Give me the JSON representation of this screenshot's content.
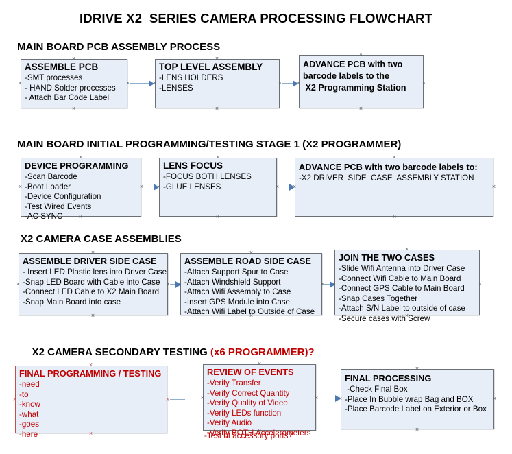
{
  "document": {
    "title": "IDRIVE X2  SERIES CAMERA PROCESSING FLOWCHART"
  },
  "colors": {
    "box_fill": "#e8eef7",
    "box_border": "#6b7076",
    "red_accent": "#c00000",
    "red_border": "#c0504d",
    "connector_line": "#8fb0cc",
    "connector_arrow": "#4a7ab5"
  },
  "sections": [
    {
      "id": "main-board-pcb-assembly",
      "heading": "MAIN BOARD PCB ASSEMBLY PROCESS",
      "heading_suffix": "",
      "boxes": [
        {
          "id": "assemble-pcb",
          "title": "ASSEMBLE PCB",
          "lines": [
            "-SMT processes",
            "- HAND Solder processes",
            "- Attach Bar Code Label"
          ]
        },
        {
          "id": "top-level-assembly",
          "title": "TOP LEVEL ASSEMBLY",
          "lines": [
            "-LENS HOLDERS",
            "-LENSES"
          ]
        },
        {
          "id": "advance-pcb-to-programming-station",
          "title": "",
          "lines": [
            "ADVANCE PCB with two",
            "barcode labels to the",
            " X2 Programming Station"
          ]
        }
      ]
    },
    {
      "id": "main-board-initial-programming",
      "heading": "MAIN BOARD INITIAL PROGRAMMING/TESTING STAGE 1 (X2 PROGRAMMER)",
      "heading_suffix": "",
      "boxes": [
        {
          "id": "device-programming",
          "title": "DEVICE PROGRAMMING",
          "lines": [
            "-Scan Barcode",
            "-Boot Loader",
            "-Device Configuration",
            "-Test Wired Events",
            "-AC SYNC"
          ]
        },
        {
          "id": "lens-focus",
          "title": "LENS FOCUS",
          "lines": [
            "-FOCUS BOTH LENSES",
            "-GLUE LENSES"
          ]
        },
        {
          "id": "advance-pcb-to-driver-side-case",
          "title": "ADVANCE PCB with two barcode labels to:",
          "lines": [
            "-X2 DRIVER  SIDE  CASE  ASSEMBLY STATION"
          ]
        }
      ]
    },
    {
      "id": "x2-camera-case-assemblies",
      "heading": "X2 CAMERA CASE ASSEMBLIES",
      "heading_suffix": "",
      "boxes": [
        {
          "id": "assemble-driver-side-case",
          "title": "ASSEMBLE DRIVER SIDE CASE",
          "lines": [
            "- Insert LED Plastic lens into Driver Case",
            "-Snap LED Board with Cable into Case",
            "-Connect LED Cable to X2 Main Board",
            "-Snap Main Board into case"
          ]
        },
        {
          "id": "assemble-road-side-case",
          "title": "ASSEMBLE ROAD SIDE CASE",
          "lines": [
            "-Attach Support Spur to Case",
            "-Attach Windshield Support",
            "-Attach Wifi Assembly to Case",
            "-Insert GPS Module into Case",
            "-Attach Wifi Label to Outside of Case"
          ]
        },
        {
          "id": "join-the-two-cases",
          "title": "JOIN THE TWO CASES",
          "lines": [
            "-Slide Wifi Antenna into Driver Case",
            "-Connect Wifi Cable to Main Board",
            "-Connect GPS Cable to Main Board",
            "-Snap Cases Together",
            "-Attach S/N Label to outside of case",
            "-Secure cases with Screw"
          ]
        }
      ]
    },
    {
      "id": "x2-camera-secondary-testing",
      "heading": "X2 CAMERA SECONDARY TESTING ",
      "heading_suffix": "(x6 PROGRAMMER)?",
      "boxes": [
        {
          "id": "final-programming-testing",
          "title": "FINAL PROGRAMMING / TESTING",
          "lines": [
            "-need",
            "-to",
            "-know",
            "-what",
            "-goes",
            "-here"
          ]
        },
        {
          "id": "review-of-events",
          "title": "REVIEW OF EVENTS",
          "lines": [
            "-Verify Transfer",
            "-Verify Correct Quantity",
            "-Verify Quality of Video",
            "-Verify LEDs function",
            "-Verify Audio",
            "-Verify BOTH Accelerometers"
          ],
          "overflow_line": "-Test of accessory ports?"
        },
        {
          "id": "final-processing",
          "title": "FINAL PROCESSING",
          "lines": [
            " -Check Final Box",
            "-Place In Bubble wrap Bag and BOX",
            "-Place Barcode Label on Exterior or Box"
          ]
        }
      ]
    }
  ]
}
